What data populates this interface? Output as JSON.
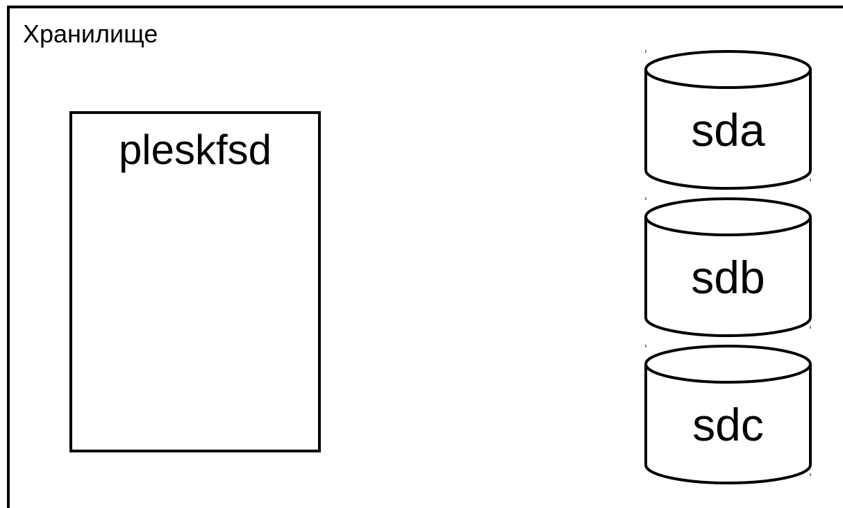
{
  "container": {
    "title": "Хранилище"
  },
  "volume": {
    "label": "pleskfsd"
  },
  "disks": [
    {
      "label": "sda"
    },
    {
      "label": "sdb"
    },
    {
      "label": "sdc"
    }
  ],
  "colors": {
    "stroke": "#000000",
    "background": "#ffffff",
    "text": "#000000"
  }
}
